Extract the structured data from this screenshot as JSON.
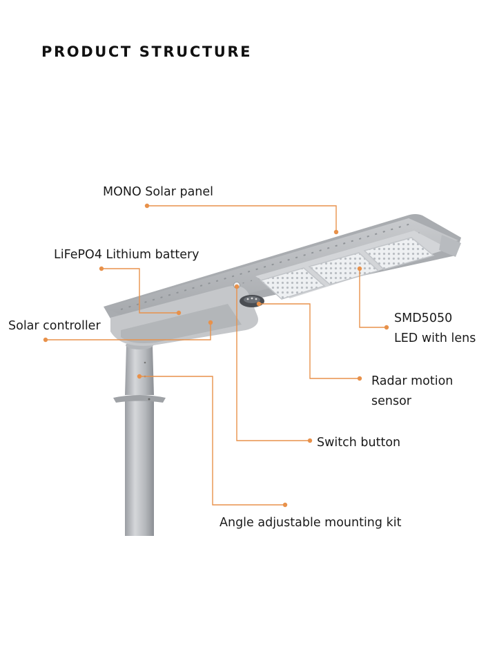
{
  "title": "PRODUCT STRUCTURE",
  "callout_color": "#E8914A",
  "product": "solar-street-light",
  "labels": {
    "solar_panel": "MONO Solar panel",
    "battery": "LiFePO4 Lithium battery",
    "controller": "Solar controller",
    "led_line1": "SMD5050",
    "led_line2": "LED with lens",
    "radar_line1": "Radar motion",
    "radar_line2": "sensor",
    "switch": "Switch button",
    "mount": "Angle adjustable mounting kit"
  }
}
